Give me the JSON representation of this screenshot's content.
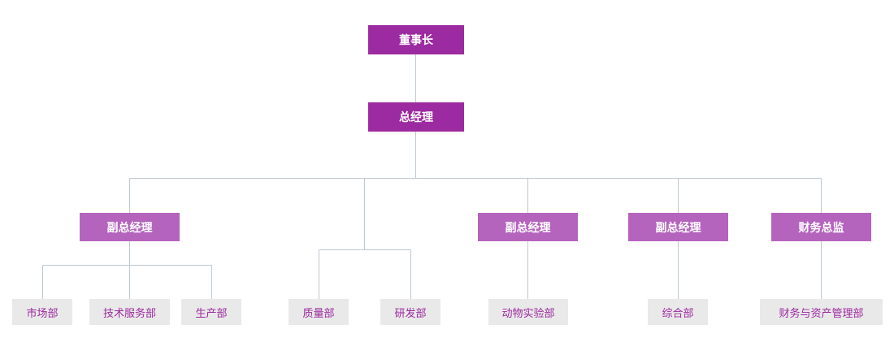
{
  "org_chart": {
    "type": "org-tree",
    "colors": {
      "primary_box": "#9C2AA0",
      "secondary_box": "#B564BE",
      "dept_box_bg": "#E9E9E9",
      "dept_text": "#9C2AA0",
      "connector": "#BCC8D2"
    },
    "chairman": {
      "label": "董事长"
    },
    "general_manager": {
      "label": "总经理",
      "reports_to": "董事长"
    },
    "managers": [
      {
        "label": "副总经理",
        "reports_to": "总经理"
      },
      {
        "label": "副总经理",
        "reports_to": "总经理"
      },
      {
        "label": "副总经理",
        "reports_to": "总经理"
      },
      {
        "label": "财务总监",
        "reports_to": "总经理"
      }
    ],
    "departments": [
      {
        "label": "市场部",
        "reports_to": "副总经理 (1)"
      },
      {
        "label": "技术服务部",
        "reports_to": "副总经理 (1)"
      },
      {
        "label": "生产部",
        "reports_to": "副总经理 (1)"
      },
      {
        "label": "质量部",
        "reports_to": "总经理"
      },
      {
        "label": "研发部",
        "reports_to": "总经理"
      },
      {
        "label": "动物实验部",
        "reports_to": "副总经理 (2)"
      },
      {
        "label": "综合部",
        "reports_to": "副总经理 (3)"
      },
      {
        "label": "财务与资产管理部",
        "reports_to": "财务总监"
      }
    ]
  }
}
